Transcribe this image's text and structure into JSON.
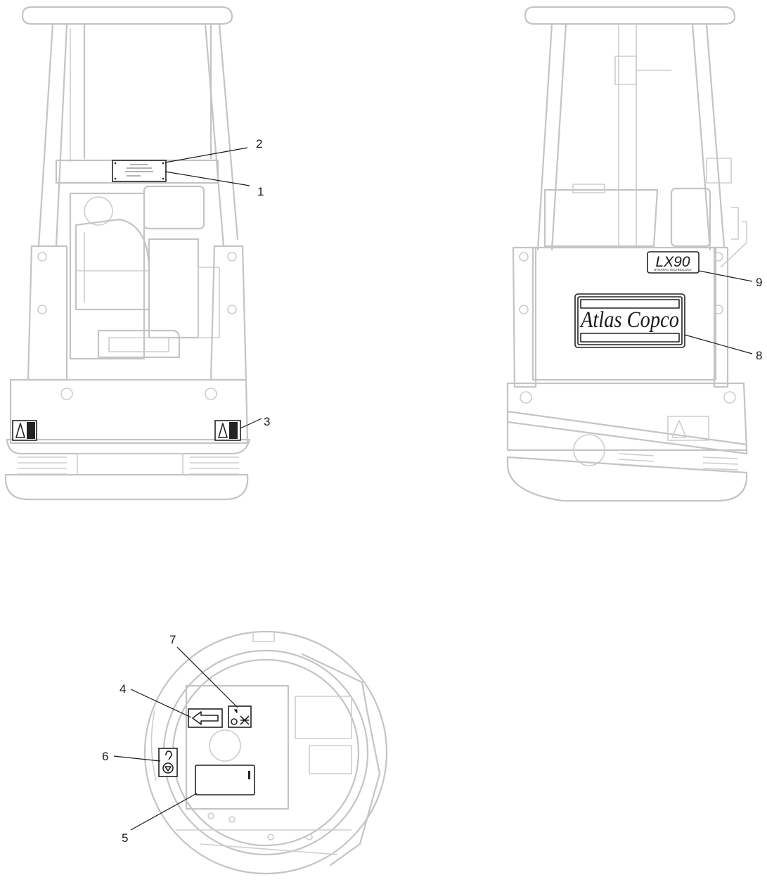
{
  "callouts": [
    {
      "id": "1",
      "text": "1"
    },
    {
      "id": "2",
      "text": "2"
    },
    {
      "id": "3",
      "text": "3"
    },
    {
      "id": "4",
      "text": "4"
    },
    {
      "id": "5",
      "text": "5"
    },
    {
      "id": "6",
      "text": "6"
    },
    {
      "id": "7",
      "text": "7"
    },
    {
      "id": "8",
      "text": "8"
    },
    {
      "id": "9",
      "text": "9"
    }
  ],
  "decals": {
    "brand_logo": "Atlas Copco",
    "model_name": "LX90",
    "model_subtitle": "DYNAPAC TECHNOLOGY"
  },
  "colors": {
    "outline": "#c4c4c4",
    "label_ink": "#222222",
    "leader": "#1a1a1a"
  },
  "icons": [
    "warning-triangle-icon",
    "direction-arrow-icon",
    "lifting-point-icon",
    "settings-icon"
  ]
}
